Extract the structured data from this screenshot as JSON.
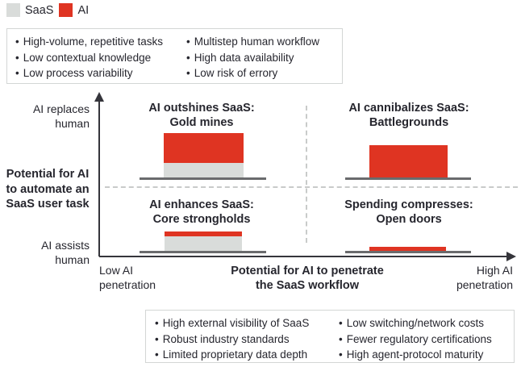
{
  "colors": {
    "saas": "#d9dcda",
    "ai": "#df3422",
    "baseline": "#6a6b6d",
    "axis": "#35353b",
    "dashed": "#c9cbca",
    "border": "#d3d6d5",
    "text": "#26262e"
  },
  "ui": {
    "bullet": "•"
  },
  "legend": {
    "items": [
      {
        "label": "SaaS",
        "color_key": "saas"
      },
      {
        "label": "AI",
        "color_key": "ai"
      }
    ]
  },
  "top_box": {
    "col1": [
      "High-volume, repetitive tasks",
      "Low contextual knowledge",
      "Low process variability"
    ],
    "col2": [
      "Multistep human workflow",
      "High data availability",
      "Low risk of errory"
    ]
  },
  "bottom_box": {
    "col1": [
      "High external visibility of SaaS",
      "Robust industry standards",
      "Limited proprietary data depth"
    ],
    "col2": [
      "Low switching/network costs",
      "Fewer regulatory certifications",
      "High agent-protocol maturity"
    ]
  },
  "axes": {
    "y_top": "AI replaces\nhuman",
    "y_title": "Potential for AI\nto automate an\nSaaS user task",
    "y_bottom": "AI assists\nhuman",
    "x_left": "Low AI\npenetration",
    "x_title": "Potential for AI to penetrate\nthe SaaS workflow",
    "x_right": "High AI\npenetration"
  },
  "quadrants": [
    {
      "title": "AI outshines SaaS:\nGold mines",
      "position": "top-left",
      "saas_h": 18,
      "ai_h": 37
    },
    {
      "title": "AI cannibalizes SaaS:\nBattlegrounds",
      "position": "top-right",
      "saas_h": 0,
      "ai_h": 40
    },
    {
      "title": "AI enhances SaaS:\nCore strongholds",
      "position": "bottom-left",
      "saas_h": 18,
      "ai_h": 6
    },
    {
      "title": "Spending compresses:\nOpen doors",
      "position": "bottom-right",
      "saas_h": 0,
      "ai_h": 5
    }
  ],
  "chart_data": {
    "type": "bar",
    "subtype": "2x2 quadrant matrix with stacked bars",
    "title": "",
    "xlabel": "Potential for AI to penetrate the SaaS workflow",
    "ylabel": "Potential for AI to automate an SaaS user task",
    "x_axis_endpoint_labels": [
      "Low AI penetration",
      "High AI penetration"
    ],
    "y_axis_endpoint_labels": [
      "AI assists human",
      "AI replaces human"
    ],
    "legend": [
      "SaaS",
      "AI"
    ],
    "legend_position": "top-left",
    "grid": "dashed quadrant dividers",
    "categories": [
      "AI outshines SaaS: Gold mines",
      "AI cannibalizes SaaS: Battlegrounds",
      "AI enhances SaaS: Core strongholds",
      "Spending compresses: Open doors"
    ],
    "series": [
      {
        "name": "SaaS",
        "values": [
          18,
          0,
          18,
          0
        ]
      },
      {
        "name": "AI",
        "values": [
          37,
          40,
          6,
          5
        ]
      }
    ],
    "units": "relative bar height, px (illustrative, no numeric axis)",
    "annotations_top_box": [
      "High-volume, repetitive tasks",
      "Low contextual knowledge",
      "Low process variability",
      "Multistep human workflow",
      "High data availability",
      "Low risk of errory"
    ],
    "annotations_bottom_box": [
      "High external visibility of SaaS",
      "Robust industry standards",
      "Limited proprietary data depth",
      "Low switching/network costs",
      "Fewer regulatory certifications",
      "High agent-protocol maturity"
    ]
  }
}
